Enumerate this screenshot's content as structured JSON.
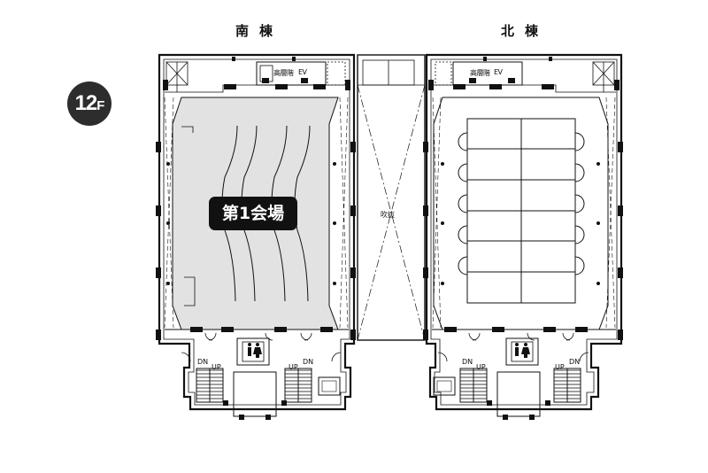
{
  "floor_badge": {
    "number": "12",
    "suffix": "F"
  },
  "buildings": {
    "south": {
      "label": "南棟"
    },
    "north": {
      "label": "北棟"
    }
  },
  "south_hall": {
    "label": "第1会場"
  },
  "atrium": {
    "label": "吹抜"
  },
  "elevator_hall": {
    "label": "高層階",
    "ev": "EV"
  },
  "stairs": {
    "down": "DN",
    "up": "UP"
  }
}
